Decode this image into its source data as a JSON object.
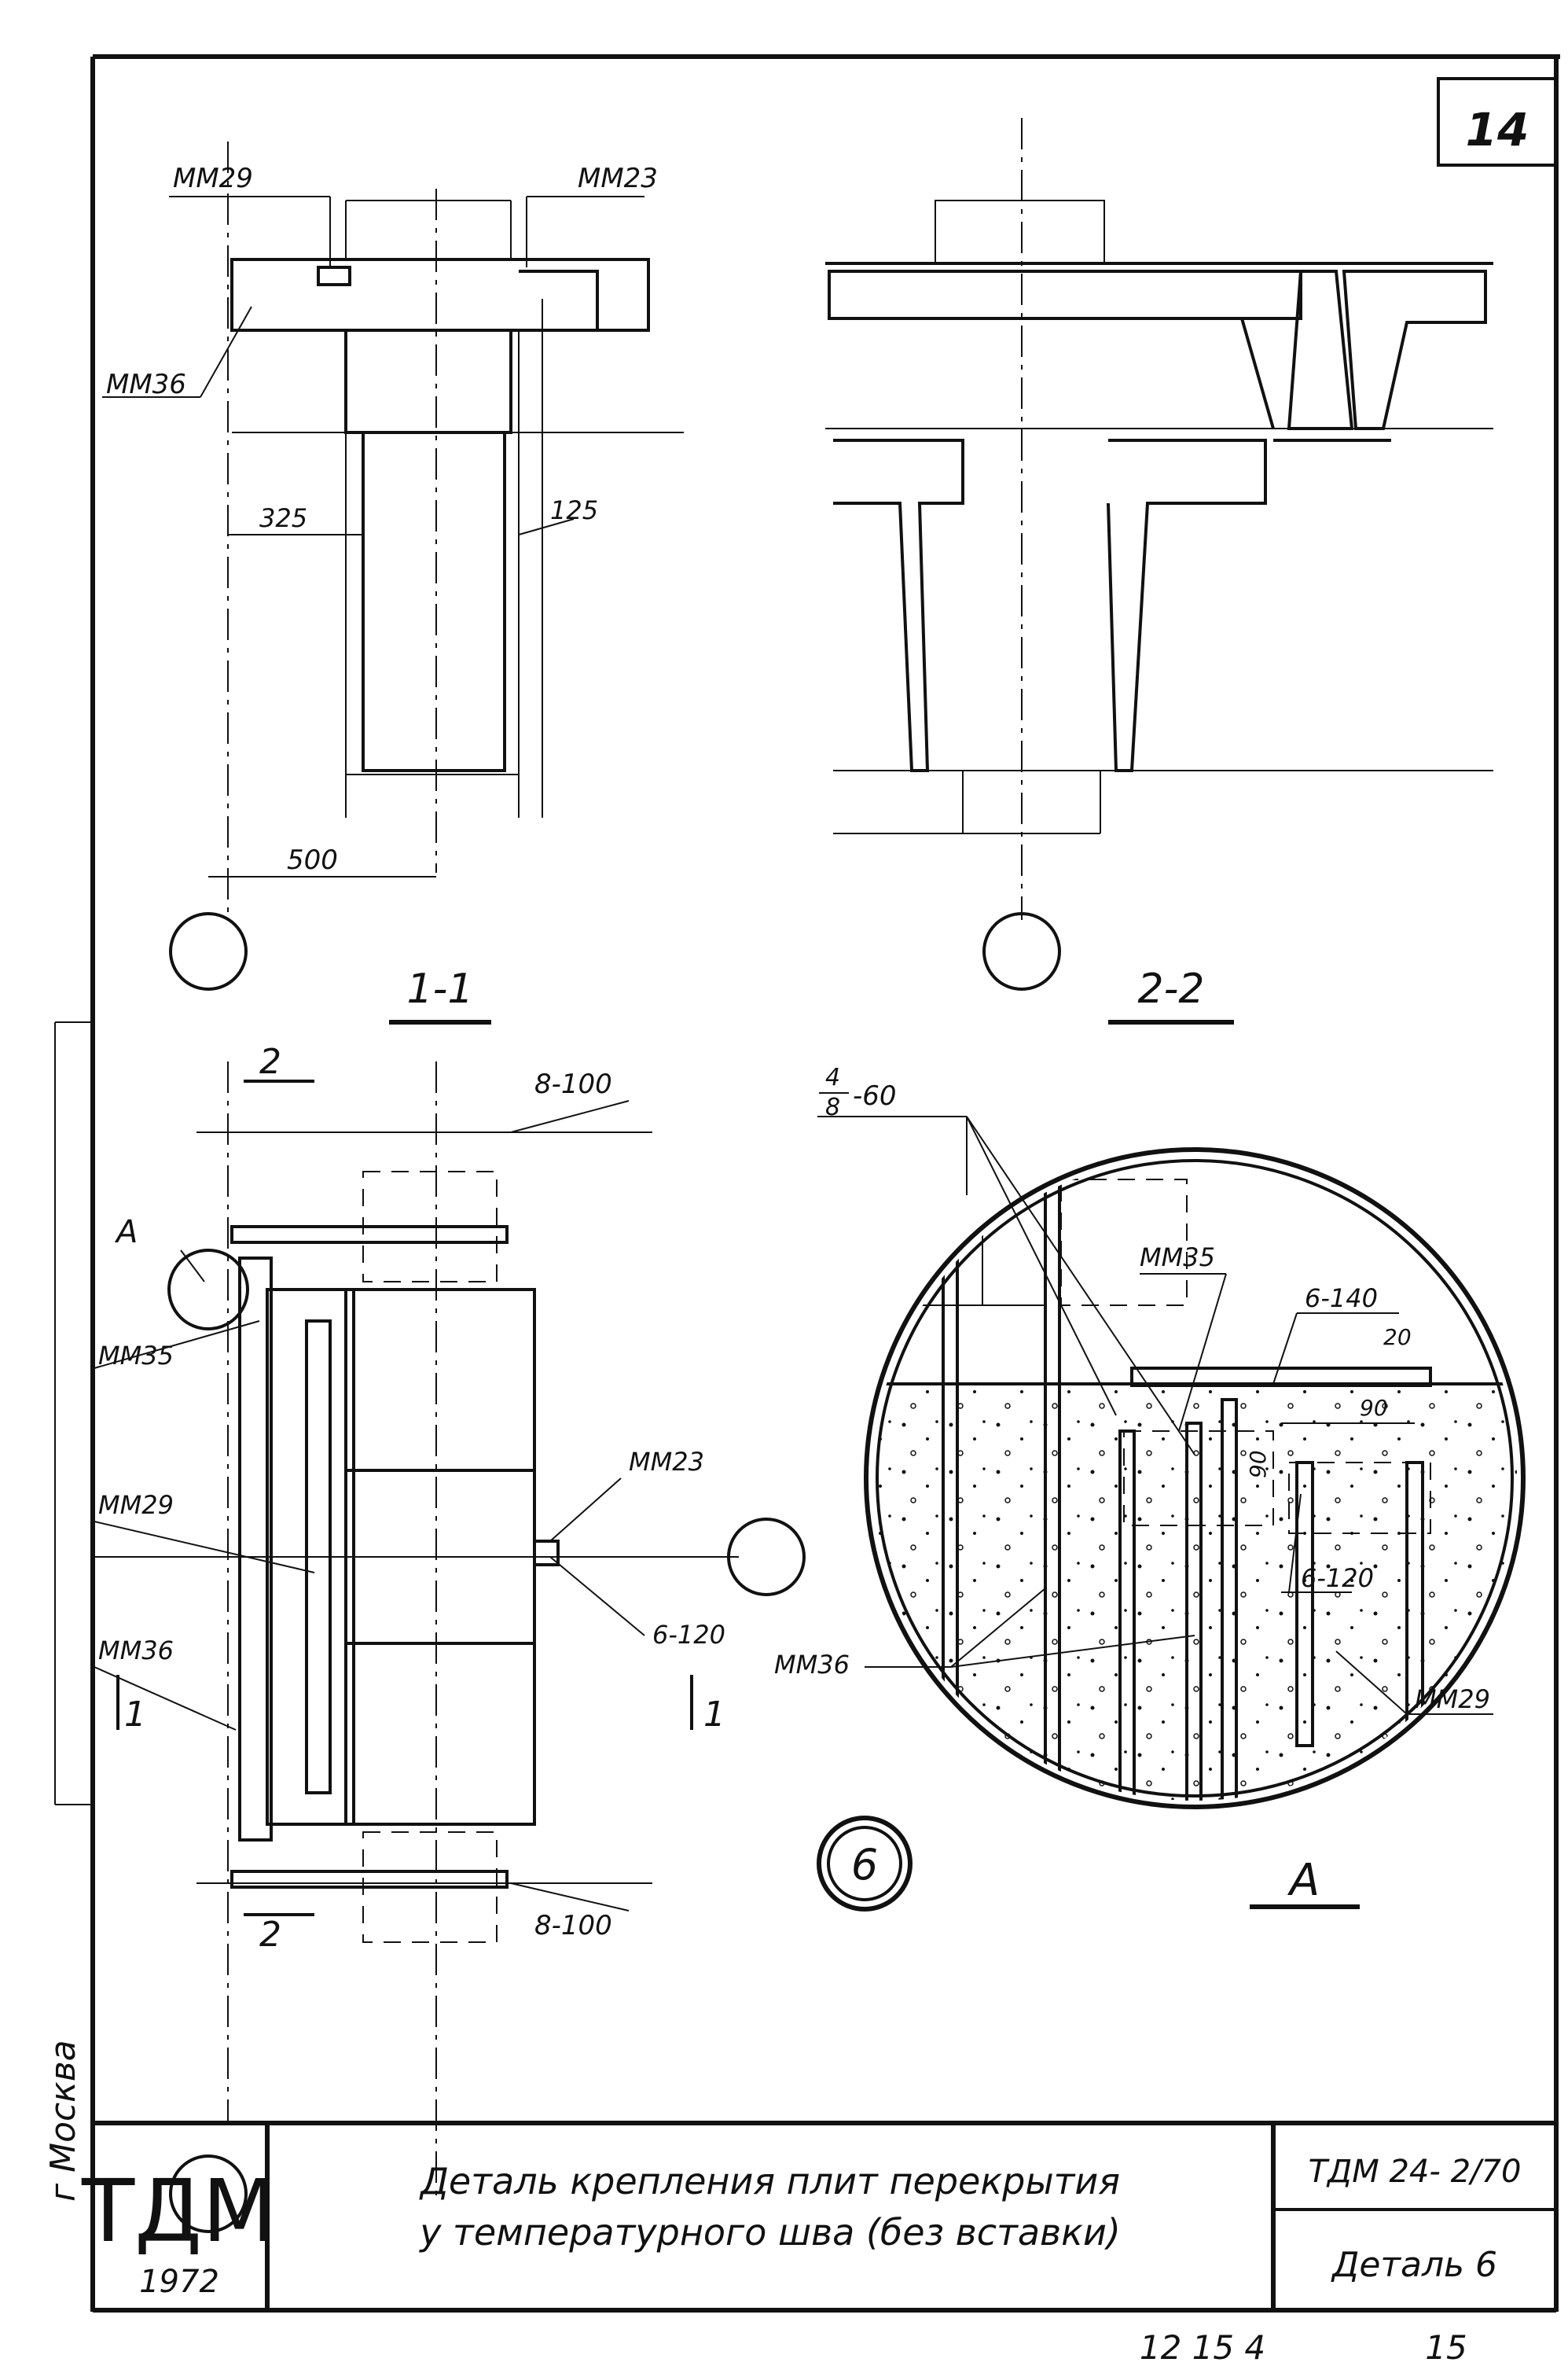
{
  "sheet": {
    "page_number": "14",
    "section_1_label": "1-1",
    "section_2_label": "2-2",
    "detail_number": "6",
    "detail_view_label": "A",
    "side_stamp": "г Москва",
    "bottom_code_left": "12 15 4",
    "bottom_code_right": "15"
  },
  "callouts": {
    "mm29_top": "ММ29",
    "mm23_top": "ММ23",
    "mm36_top": "ММ36",
    "dim_325": "325",
    "dim_125": "125",
    "dim_500": "500",
    "cut_mark_2_top": "2",
    "cut_mark_2_bottom": "2",
    "cut_mark_1_left": "1",
    "cut_mark_1_right": "1",
    "view_a": "А",
    "rebar_8_100_top": "8-100",
    "rebar_8_100_bottom": "8-100",
    "mm35_plan": "ММ35",
    "mm29_plan": "ММ29",
    "mm36_plan": "ММ36",
    "mm23_plan": "ММ23",
    "weld_6_120_plan": "6-120",
    "fraction_num": "4",
    "fraction_den": "8",
    "fraction_suffix": "-60",
    "mm35_detail": "ММ35",
    "weld_6_140": "6-140",
    "dim_20": "20",
    "dim_90_h": "90",
    "dim_90_v": "90",
    "weld_6_120_detail": "6-120",
    "mm36_detail": "ММ36",
    "mm29_detail": "ММ29"
  },
  "title_block": {
    "logo": "ТДМ",
    "year": "1972",
    "title_line1": "Деталь крепления плит перекрытия",
    "title_line2": "у температурного шва (без вставки)",
    "series": "ТДМ 24- 2/70",
    "detail_ref": "Деталь 6"
  }
}
